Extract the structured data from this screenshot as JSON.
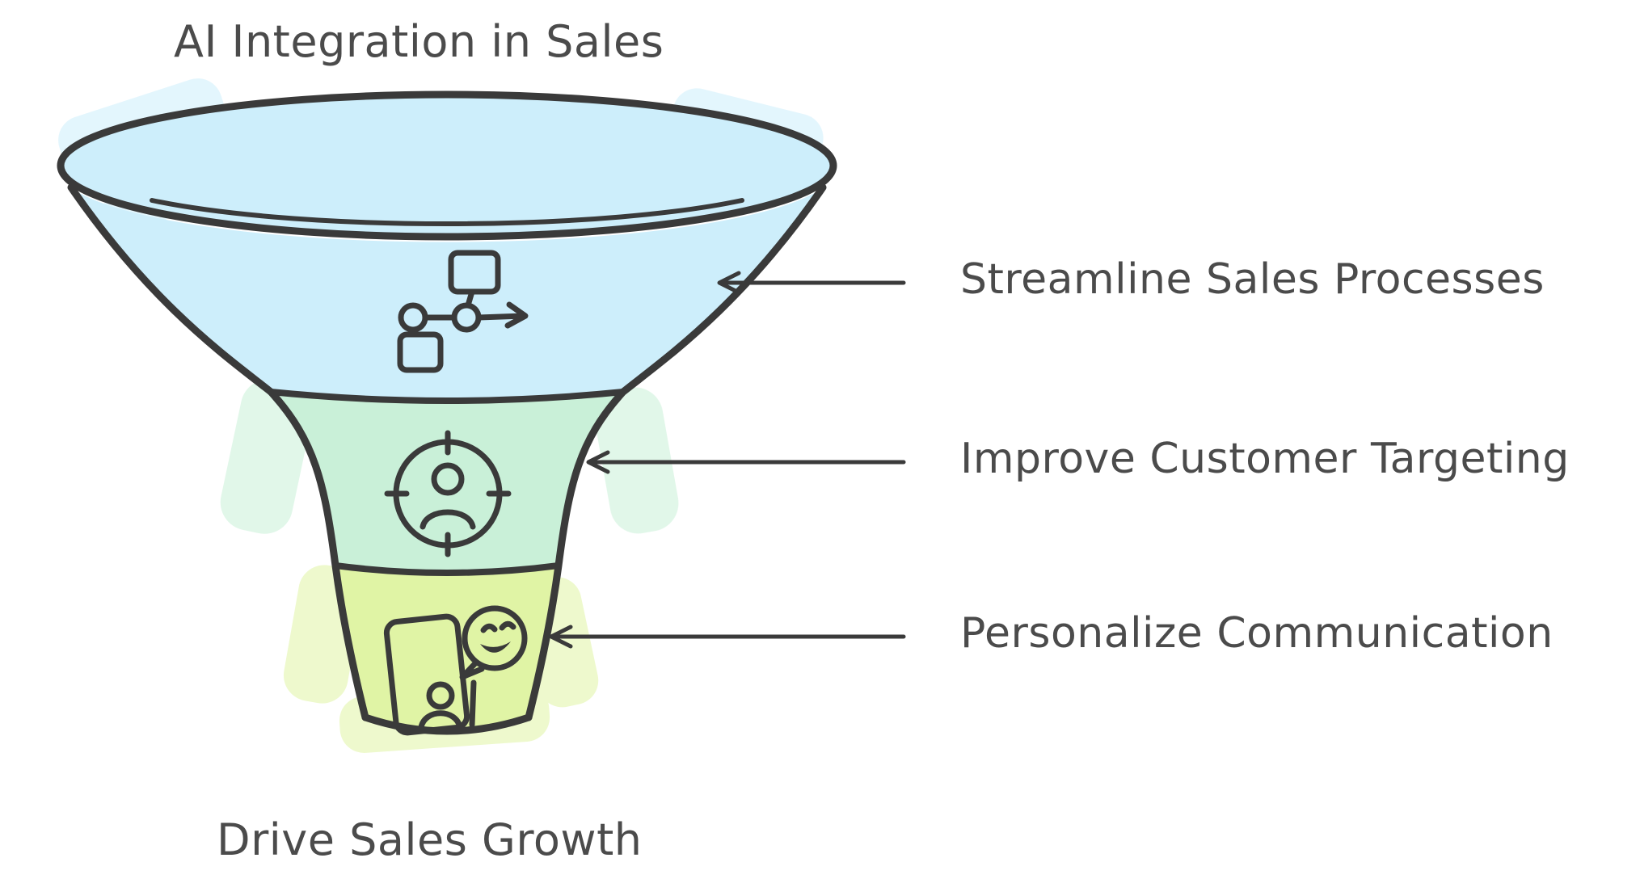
{
  "diagram": {
    "title": "AI Integration in Sales",
    "footer": "Drive Sales Growth",
    "stages": [
      {
        "label": "Streamline Sales Processes",
        "icon": "flowchart-icon",
        "fill": "#cdeefb"
      },
      {
        "label": "Improve Customer Targeting",
        "icon": "target-customer-icon",
        "fill": "#c9f0d8"
      },
      {
        "label": "Personalize Communication",
        "icon": "chat-smiley-person-icon",
        "fill": "#e0f4a5"
      }
    ],
    "colors": {
      "outline": "#3a3a3a",
      "text": "#4b4b4b",
      "background": "#ffffff"
    }
  }
}
